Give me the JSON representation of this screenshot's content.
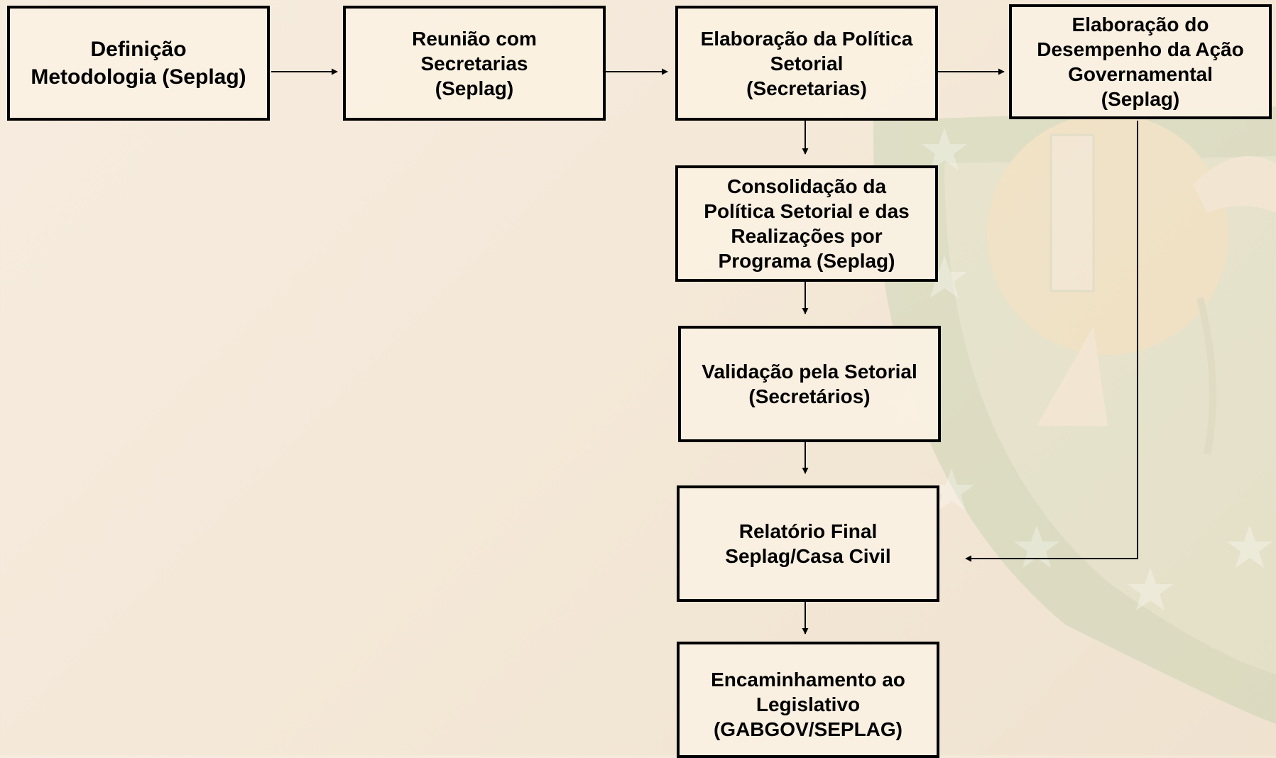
{
  "flowchart": {
    "nodes": [
      {
        "id": "definicao",
        "lines": [
          "Definição",
          "Metodologia (Seplag)"
        ]
      },
      {
        "id": "reuniao",
        "lines": [
          "Reunião com",
          "Secretarias",
          "(Seplag)"
        ]
      },
      {
        "id": "elaboracao-politica",
        "lines": [
          "Elaboração da Política",
          "Setorial",
          "(Secretarias)"
        ]
      },
      {
        "id": "elaboracao-desempenho",
        "lines": [
          "Elaboração do",
          "Desempenho da Ação",
          "Governamental",
          "(Seplag)"
        ]
      },
      {
        "id": "consolidacao",
        "lines": [
          "Consolidação da",
          "Política Setorial e das",
          "Realizações por",
          "Programa (Seplag)"
        ]
      },
      {
        "id": "validacao",
        "lines": [
          "Validação pela Setorial",
          "(Secretários)"
        ]
      },
      {
        "id": "relatorio",
        "lines": [
          "Relatório Final",
          "Seplag/Casa Civil"
        ]
      },
      {
        "id": "encaminhamento",
        "lines": [
          "Encaminhamento ao",
          "Legislativo",
          "(GABGOV/SEPLAG)"
        ]
      }
    ],
    "edges": [
      {
        "from": "definicao",
        "to": "reuniao"
      },
      {
        "from": "reuniao",
        "to": "elaboracao-politica"
      },
      {
        "from": "elaboracao-politica",
        "to": "elaboracao-desempenho"
      },
      {
        "from": "elaboracao-politica",
        "to": "consolidacao"
      },
      {
        "from": "consolidacao",
        "to": "validacao"
      },
      {
        "from": "validacao",
        "to": "relatorio"
      },
      {
        "from": "elaboracao-desempenho",
        "to": "relatorio"
      },
      {
        "from": "relatorio",
        "to": "encaminhamento"
      }
    ]
  },
  "colors": {
    "box_border": "#000000",
    "box_fill": "#faf1e2",
    "arrow": "#000000",
    "watermark_green": "#a9c79a",
    "watermark_yellow": "#eed9a0"
  }
}
